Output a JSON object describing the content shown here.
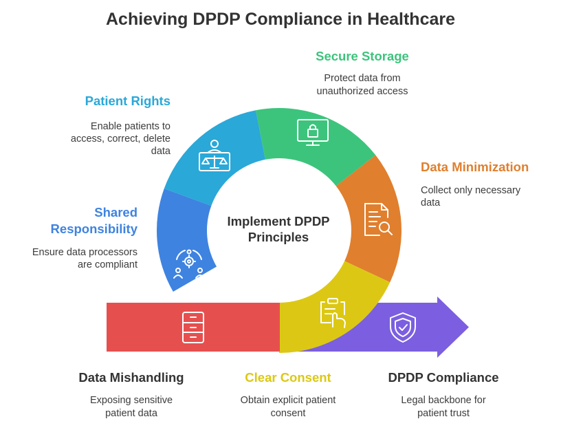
{
  "title": "Achieving DPDP Compliance in Healthcare",
  "center": {
    "line1": "Implement DPDP",
    "line2": "Principles"
  },
  "colors": {
    "patient_rights": "#2aa8d8",
    "secure_storage": "#3cc47c",
    "data_minimization": "#e07f2e",
    "clear_consent": "#dcc814",
    "shared_responsibility": "#3e83e0",
    "data_mishandling": "#e5504e",
    "dpdp_compliance": "#7b5fe0"
  },
  "segments": {
    "patient_rights": {
      "label": "Patient Rights",
      "desc": [
        "Enable patients to",
        "access, correct, delete",
        "data"
      ],
      "icon": "scales-person-icon"
    },
    "secure_storage": {
      "label": "Secure Storage",
      "desc": [
        "Protect data from",
        "unauthorized access"
      ],
      "icon": "monitor-lock-icon"
    },
    "data_minimization": {
      "label": "Data Minimization",
      "desc": [
        "Collect only necessary",
        "data"
      ],
      "icon": "document-search-icon"
    },
    "shared_responsibility": {
      "label": [
        "Shared",
        "Responsibility"
      ],
      "desc": [
        "Ensure data processors",
        "are compliant"
      ],
      "icon": "team-gear-icon"
    },
    "clear_consent": {
      "label": "Clear Consent",
      "desc": [
        "Obtain explicit patient",
        "consent"
      ],
      "icon": "clipboard-hand-icon"
    },
    "data_mishandling": {
      "label": "Data Mishandling",
      "desc": [
        "Exposing sensitive",
        "patient data"
      ],
      "icon": "file-cabinet-icon"
    },
    "dpdp_compliance": {
      "label": "DPDP Compliance",
      "desc": [
        "Legal backbone for",
        "patient trust"
      ],
      "icon": "shield-check-icon"
    }
  }
}
